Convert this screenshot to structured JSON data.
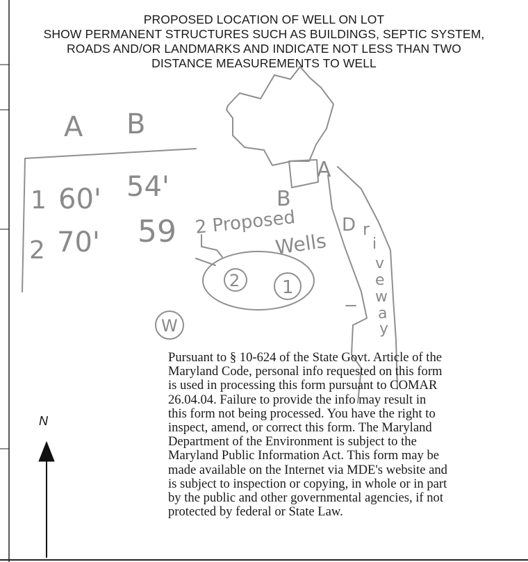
{
  "header": {
    "line1": "PROPOSED LOCATION OF WELL ON LOT",
    "line2": "SHOW PERMANENT STRUCTURES SUCH AS BUILDINGS, SEPTIC SYSTEM,",
    "line3": "ROADS AND/OR LANDMARKS AND INDICATE NOT LESS THAN TWO",
    "line4": "DISTANCE MEASUREMENTS TO WELL"
  },
  "sketch": {
    "col_a": "A",
    "col_b": "B",
    "row1_num": "1",
    "row1_a": "60'",
    "row1_b": "54'",
    "row2_num": "2",
    "row2_a": "70'",
    "row2_b": "59",
    "proposed_label": "2 Proposed",
    "wells_label": "Wells",
    "well2": "2",
    "well1": "1",
    "existing_well": "W",
    "point_a": "A",
    "point_b": "B",
    "driveway": [
      "D",
      "r",
      "i",
      "v",
      "e",
      "w",
      "a",
      "y"
    ]
  },
  "compass": {
    "north": "N"
  },
  "notice": {
    "lines": [
      "Pursuant to § 10-624 of the State Govt. Article of the",
      "Maryland Code, personal info requested on this form",
      "is used in processing this form pursuant to COMAR",
      "26.04.04. Failure to provide the info may result in",
      "this form not being processed. You have the right to",
      "inspect, amend, or correct this form. The Maryland",
      "Department of the Environment is subject to the",
      "Maryland Public Information Act. This form may be",
      "made available on the Internet via MDE's website and",
      "is subject to inspection or copying, in whole or in part",
      "by the public and other governmental  agencies, if not",
      "protected by federal or State Law."
    ]
  }
}
